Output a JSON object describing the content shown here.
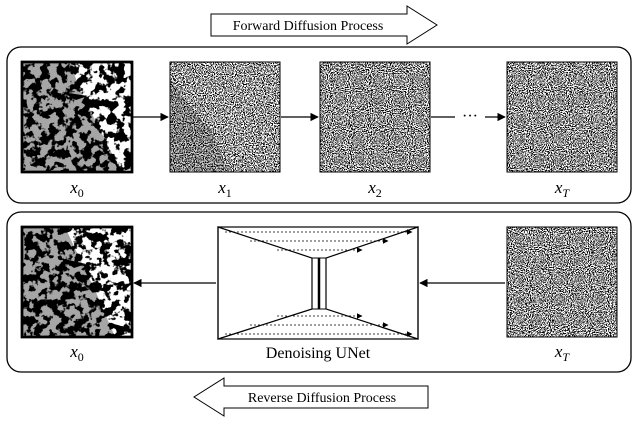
{
  "forward_banner": {
    "label": "Forward Diffusion Process"
  },
  "reverse_banner": {
    "label": "Reverse Diffusion Process"
  },
  "forward_row": {
    "frames": [
      {
        "var": "x",
        "sub": "0"
      },
      {
        "var": "x",
        "sub": "1"
      },
      {
        "var": "x",
        "sub": "2"
      },
      {
        "var": "x",
        "sub": "T"
      }
    ],
    "ellipsis": "···"
  },
  "reverse_row": {
    "output": {
      "var": "x",
      "sub": "0"
    },
    "input": {
      "var": "x",
      "sub": "T"
    },
    "unet_label": "Denoising UNet"
  },
  "colors": {
    "stroke": "#000000",
    "background": "#ffffff"
  }
}
